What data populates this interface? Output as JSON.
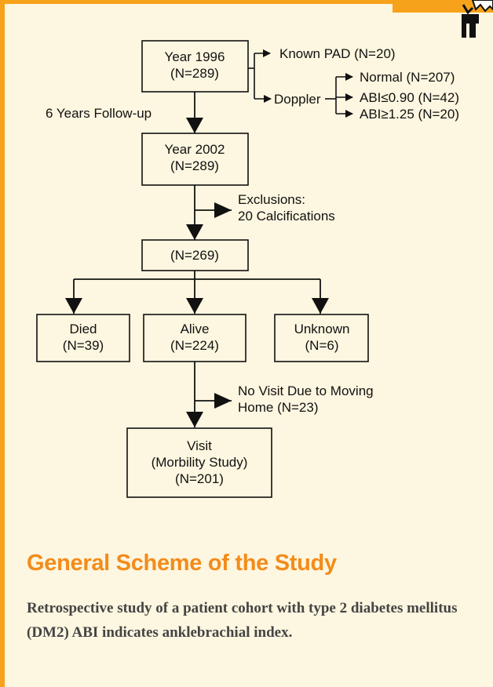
{
  "diagram": {
    "nodes": {
      "year1996": {
        "line1": "Year 1996",
        "line2": "(N=289)"
      },
      "year2002": {
        "line1": "Year 2002",
        "line2": "(N=289)"
      },
      "n269": {
        "line1": "(N=269)"
      },
      "died": {
        "line1": "Died",
        "line2": "(N=39)"
      },
      "alive": {
        "line1": "Alive",
        "line2": "(N=224)"
      },
      "unknown": {
        "line1": "Unknown",
        "line2": "(N=6)"
      },
      "visit": {
        "line1": "Visit",
        "line2": "(Morbility Study)",
        "line3": "(N=201)"
      }
    },
    "labels": {
      "known_pad": "Known PAD (N=20)",
      "doppler": "Doppler",
      "normal": "Normal (N=207)",
      "abi_low": "ABI≤0.90 (N=42)",
      "abi_high": "ABI≥1.25 (N=20)",
      "follow_up": "6 Years Follow-up",
      "exclusions_line1": "Exclusions:",
      "exclusions_line2": "20 Calcifications",
      "no_visit_line1": "No Visit Due to Moving",
      "no_visit_line2": "Home (N=23)"
    }
  },
  "caption": {
    "title": "General Scheme of the Study",
    "body": "Retrospective study of a patient cohort with type 2 diabetes mellitus (DM2) ABI indicates anklebrachial index."
  },
  "colors": {
    "accent": "#f7a21b",
    "title": "#f28c1b",
    "background": "#fdf6e0",
    "body_text": "#444444"
  }
}
